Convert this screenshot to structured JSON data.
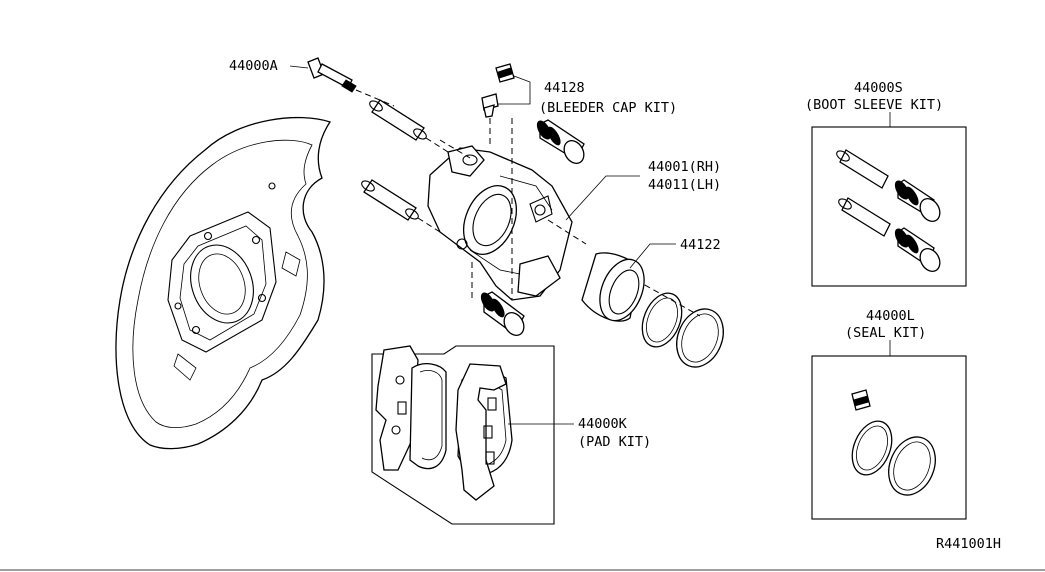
{
  "callouts": {
    "guide_pin_bolt": "44000A",
    "bleeder": "44128",
    "bleeder_kit": "(BLEEDER CAP KIT)",
    "caliper_rh": "44001(RH)",
    "caliper_lh": "44011(LH)",
    "piston": "44122",
    "pad_kit_no": "44000K",
    "pad_kit": "(PAD KIT)",
    "boot_kit_no": "44000S",
    "boot_kit": "(BOOT SLEEVE KIT)",
    "seal_kit_no": "44000L",
    "seal_kit": "(SEAL KIT)"
  },
  "diagram_ref": "R441001H",
  "colors": {
    "line": "#000000",
    "background": "#ffffff"
  }
}
